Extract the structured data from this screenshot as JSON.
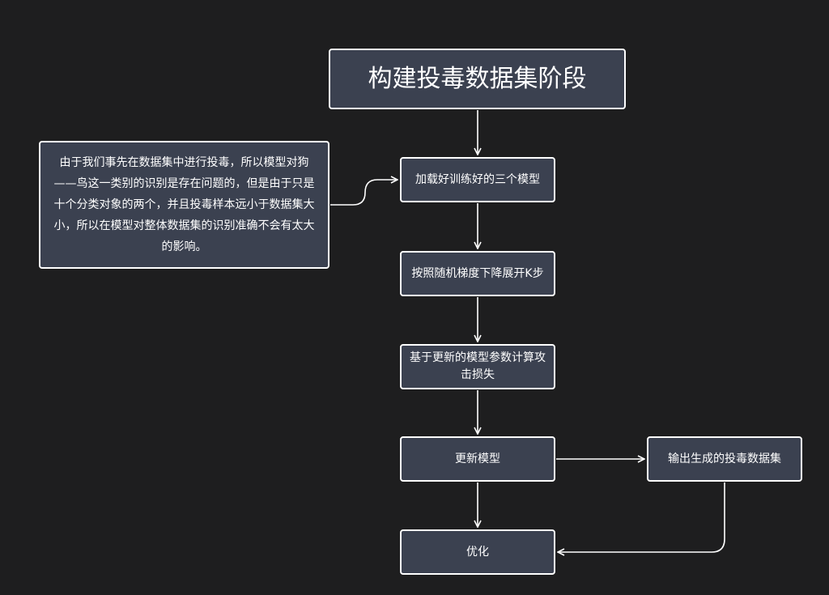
{
  "nodes": {
    "title": "构建投毒数据集阶段",
    "load_models": "加载好训练好的三个模型",
    "sgd_steps": "按照随机梯度下降展开K步",
    "compute_loss": "基于更新的模型参数计算攻击损失",
    "update_model": "更新模型",
    "output_dataset": "输出生成的投毒数据集",
    "optimize": "优化"
  },
  "note": "由于我们事先在数据集中进行投毒，所以模型对狗——鸟这一类别的识别是存在问题的，但是由于只是十个分类对象的两个，并且投毒样本远小于数据集大小，所以在模型对整体数据集的识别准确不会有太大的影响。",
  "colors": {
    "background": "#1e1e1f",
    "node_fill": "#3b4150",
    "stroke": "#ffffff",
    "text": "#ffffff"
  }
}
